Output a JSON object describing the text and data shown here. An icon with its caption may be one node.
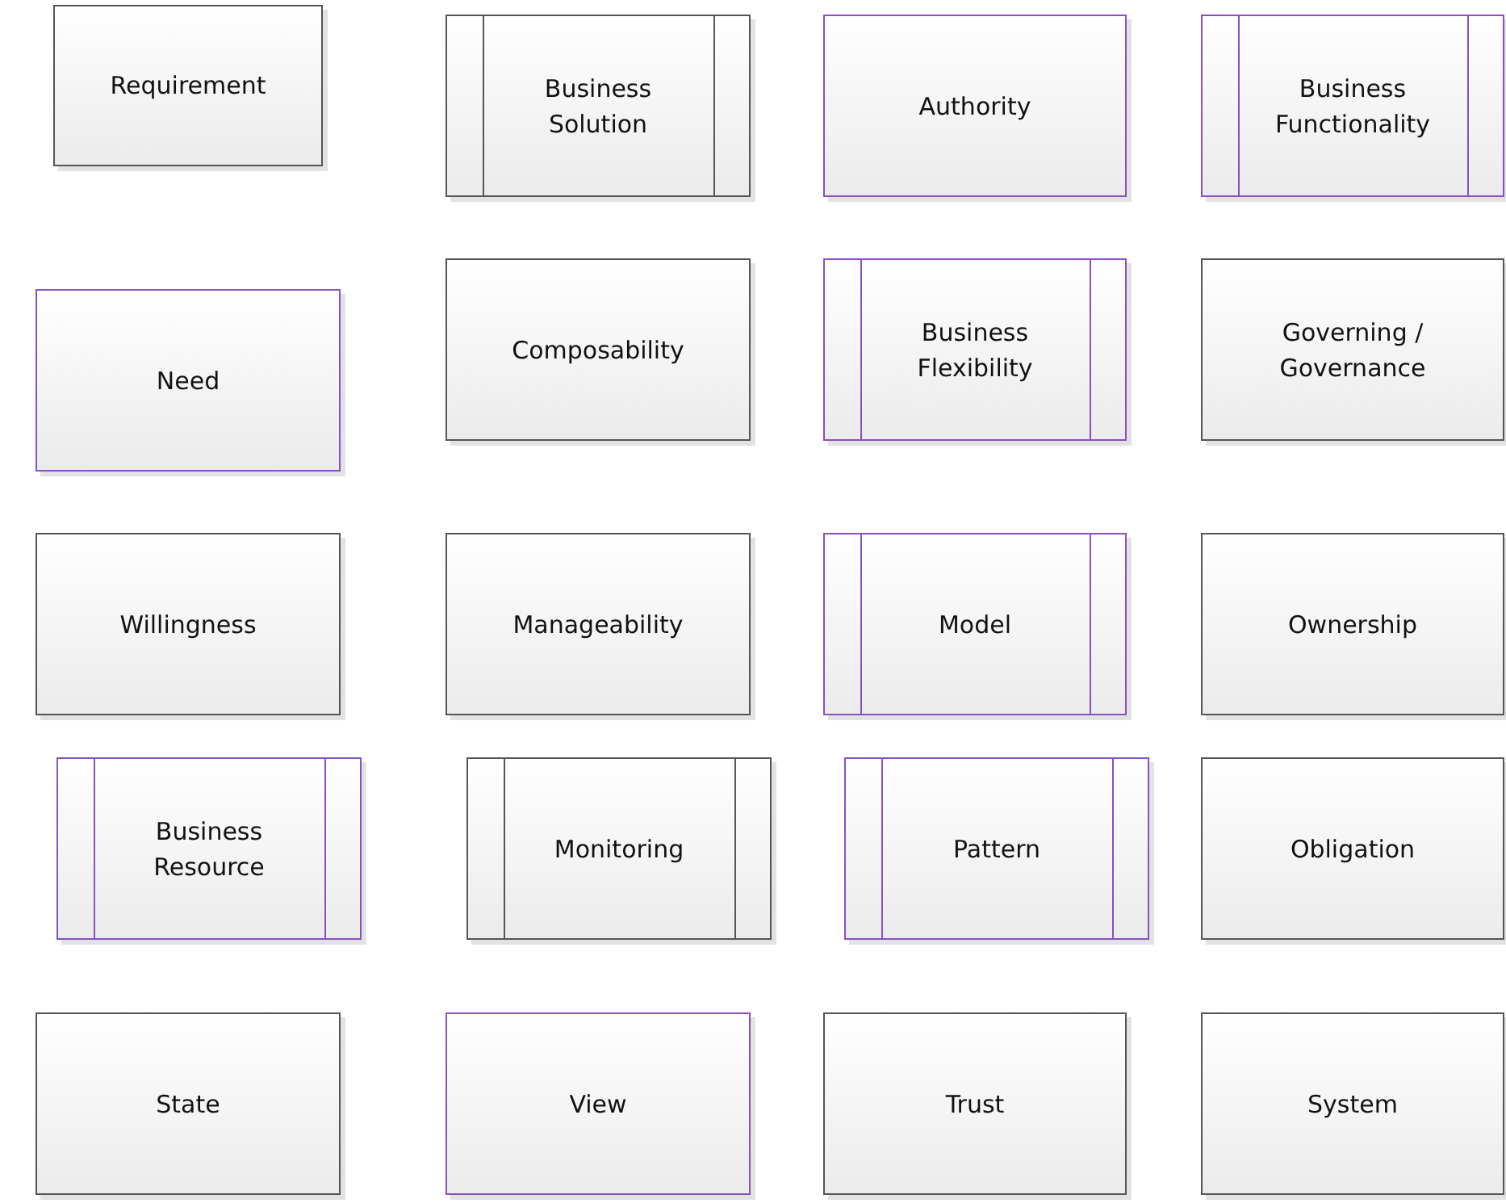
{
  "diagram": {
    "nodes": [
      {
        "text": [
          "Requirement"
        ]
      },
      {
        "text": [
          "Business Solution"
        ]
      },
      {
        "text": [
          "Authority"
        ]
      },
      {
        "text": [
          "Business Functionality"
        ]
      },
      {
        "text": [
          "Need"
        ]
      },
      {
        "text": [
          "Composability"
        ]
      },
      {
        "text": [
          "Business Flexibility"
        ]
      },
      {
        "text": [
          "Governing / Governance"
        ]
      },
      {
        "text": [
          "Willingness"
        ]
      },
      {
        "text": [
          "Manageability"
        ]
      },
      {
        "text": [
          "Model"
        ]
      },
      {
        "text": [
          "Ownership"
        ]
      },
      {
        "text": [
          "Business Resource"
        ]
      },
      {
        "text": [
          "Monitoring"
        ]
      },
      {
        "text": [
          "Pattern"
        ]
      },
      {
        "text": [
          "Obligation"
        ]
      },
      {
        "text": [
          "State"
        ]
      },
      {
        "text": [
          "View"
        ]
      },
      {
        "text": [
          "Trust"
        ]
      },
      {
        "text": [
          "System"
        ]
      }
    ]
  }
}
